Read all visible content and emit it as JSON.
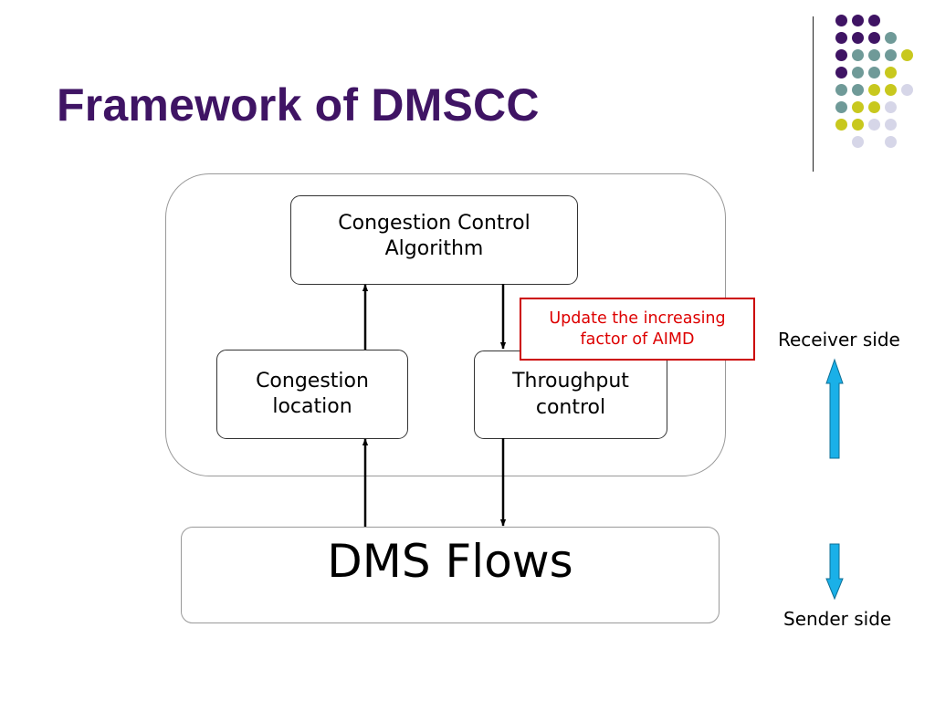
{
  "slide": {
    "title": "Framework of DMSCC"
  },
  "diagram": {
    "congestion_control_box": {
      "line1": "Congestion Control",
      "line2": "Algorithm"
    },
    "congestion_location_box": {
      "line1": "Congestion",
      "line2": "location"
    },
    "throughput_control_box": {
      "line1": "Throughput",
      "line2": "control"
    },
    "dms_flows_box": {
      "label": "DMS Flows"
    },
    "annotation": {
      "line1": "Update the increasing",
      "line2": "factor of AIMD"
    },
    "receiver_label": "Receiver side",
    "sender_label": "Sender side"
  },
  "colors": {
    "title": "#3f1464",
    "annotation_border": "#cc0000",
    "side_arrow": "#1ab0e8",
    "dot_purple": "#3f1464",
    "dot_teal": "#6f9a98",
    "dot_yellow": "#c8c81e",
    "dot_lavender": "#d6d6e8"
  }
}
